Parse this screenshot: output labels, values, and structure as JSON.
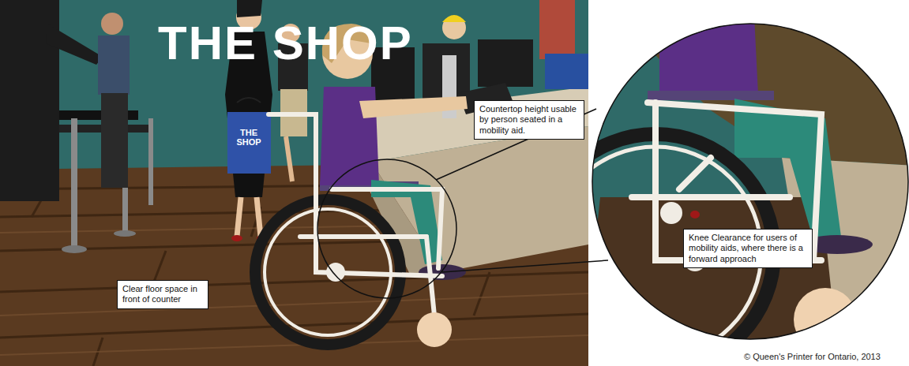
{
  "diagram": {
    "nodes": [
      {
        "text": [
          "Countertop height usable by person seated in a mobility aid."
        ]
      },
      {
        "text": [
          "Knee Clearance for users of mobility aids, where there is a forward approach"
        ]
      },
      {
        "text": [
          "Clear floor space in front of counter"
        ]
      }
    ],
    "labels": [
      "THE SHOP",
      "THE SHOP",
      "© Queen's Printer for Ontario, 2013"
    ]
  }
}
